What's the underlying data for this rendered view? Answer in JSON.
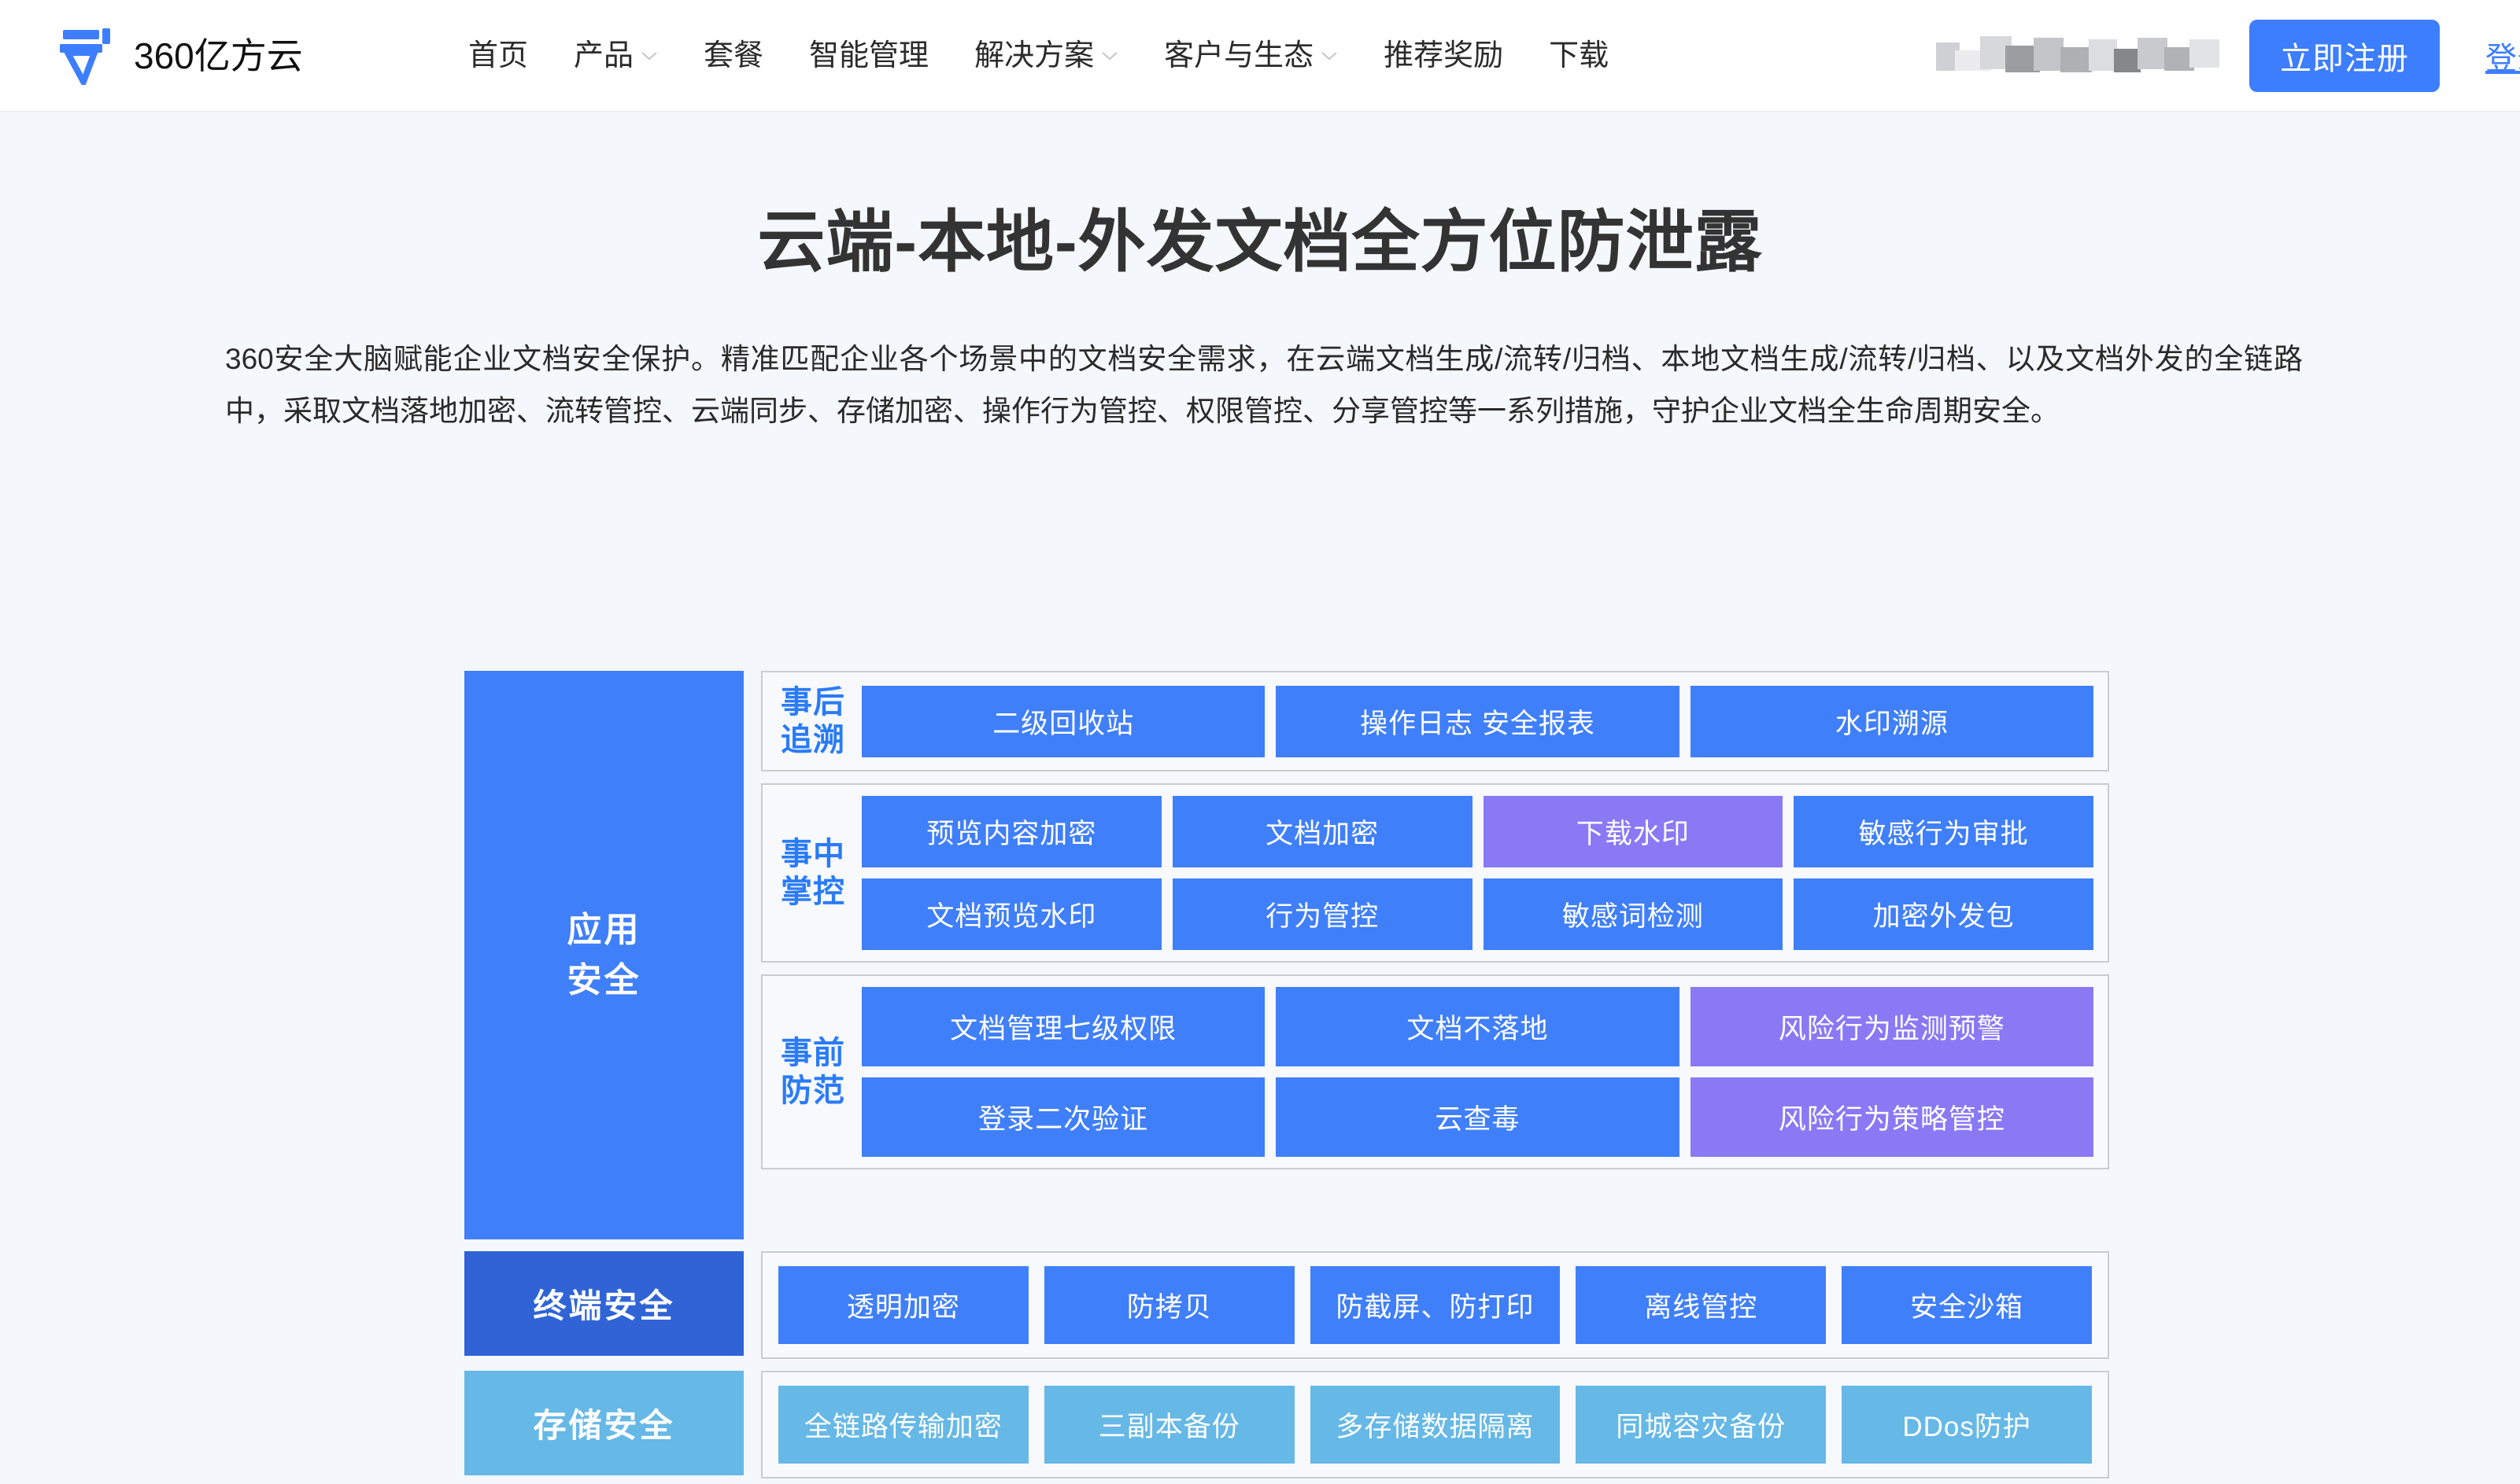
{
  "header": {
    "brand_name": "360亿方云",
    "nav": [
      {
        "label": "首页",
        "caret": false
      },
      {
        "label": "产品",
        "caret": true
      },
      {
        "label": "套餐",
        "caret": false
      },
      {
        "label": "智能管理",
        "caret": false
      },
      {
        "label": "解决方案",
        "caret": true
      },
      {
        "label": "客户与生态",
        "caret": true
      },
      {
        "label": "推荐奖励",
        "caret": false
      },
      {
        "label": "下载",
        "caret": false
      }
    ],
    "register_label": "立即注册",
    "login_label": "登录",
    "accent_color": "#3d7eff"
  },
  "hero": {
    "title": "云端-本地-外发文档全方位防泄露",
    "paragraph": "360安全大脑赋能企业文档安全保护。精准匹配企业各个场景中的文档安全需求，在云端文档生成/流转/归档、本地文档生成/流转/归档、以及文档外发的全链路中，采取文档落地加密、流转管控、云端同步、存储加密、操作行为管控、权限管控、分享管控等一系列措施，守护企业文档全生命周期安全。"
  },
  "diagram": {
    "colors": {
      "app_blue": "#407ffa",
      "terminal_blue": "#3064d6",
      "storage_blue": "#66b8e6",
      "highlight_purple": "#8979f5",
      "group_border": "#c9ccd2",
      "label_blue": "#2a7bf7"
    },
    "left_panels": [
      {
        "label": "应用\n安全",
        "line1": "应用",
        "line2": "安全"
      },
      {
        "label": "终端安全"
      },
      {
        "label": "存储安全"
      }
    ],
    "app_groups": [
      {
        "label_line1": "事后",
        "label_line2": "追溯",
        "rows": [
          [
            {
              "label": "二级回收站",
              "color": "blue"
            },
            {
              "label": "操作日志   安全报表",
              "color": "blue"
            },
            {
              "label": "水印溯源",
              "color": "blue"
            }
          ]
        ]
      },
      {
        "label_line1": "事中",
        "label_line2": "掌控",
        "rows": [
          [
            {
              "label": "预览内容加密",
              "color": "blue"
            },
            {
              "label": "文档加密",
              "color": "blue"
            },
            {
              "label": "下载水印",
              "color": "purple"
            },
            {
              "label": "敏感行为审批",
              "color": "blue"
            }
          ],
          [
            {
              "label": "文档预览水印",
              "color": "blue"
            },
            {
              "label": "行为管控",
              "color": "blue"
            },
            {
              "label": "敏感词检测",
              "color": "blue"
            },
            {
              "label": "加密外发包",
              "color": "blue"
            }
          ]
        ]
      },
      {
        "label_line1": "事前",
        "label_line2": "防范",
        "rows": [
          [
            {
              "label": "文档管理七级权限",
              "color": "blue"
            },
            {
              "label": "文档不落地",
              "color": "blue"
            },
            {
              "label": "风险行为监测预警",
              "color": "purple"
            }
          ],
          [
            {
              "label": "登录二次验证",
              "color": "blue"
            },
            {
              "label": "云查毒",
              "color": "blue"
            },
            {
              "label": "风险行为策略管控",
              "color": "purple"
            }
          ]
        ]
      }
    ],
    "terminal_cells": [
      {
        "label": "透明加密",
        "color": "blue"
      },
      {
        "label": "防拷贝",
        "color": "blue"
      },
      {
        "label": "防截屏、防打印",
        "color": "blue"
      },
      {
        "label": "离线管控",
        "color": "blue"
      },
      {
        "label": "安全沙箱",
        "color": "blue"
      }
    ],
    "storage_cells": [
      {
        "label": "全链路传输加密",
        "color": "sky"
      },
      {
        "label": "三副本备份",
        "color": "sky"
      },
      {
        "label": "多存储数据隔离",
        "color": "sky"
      },
      {
        "label": "同城容灾备份",
        "color": "sky"
      },
      {
        "label": "DDos防护",
        "color": "sky"
      }
    ]
  }
}
